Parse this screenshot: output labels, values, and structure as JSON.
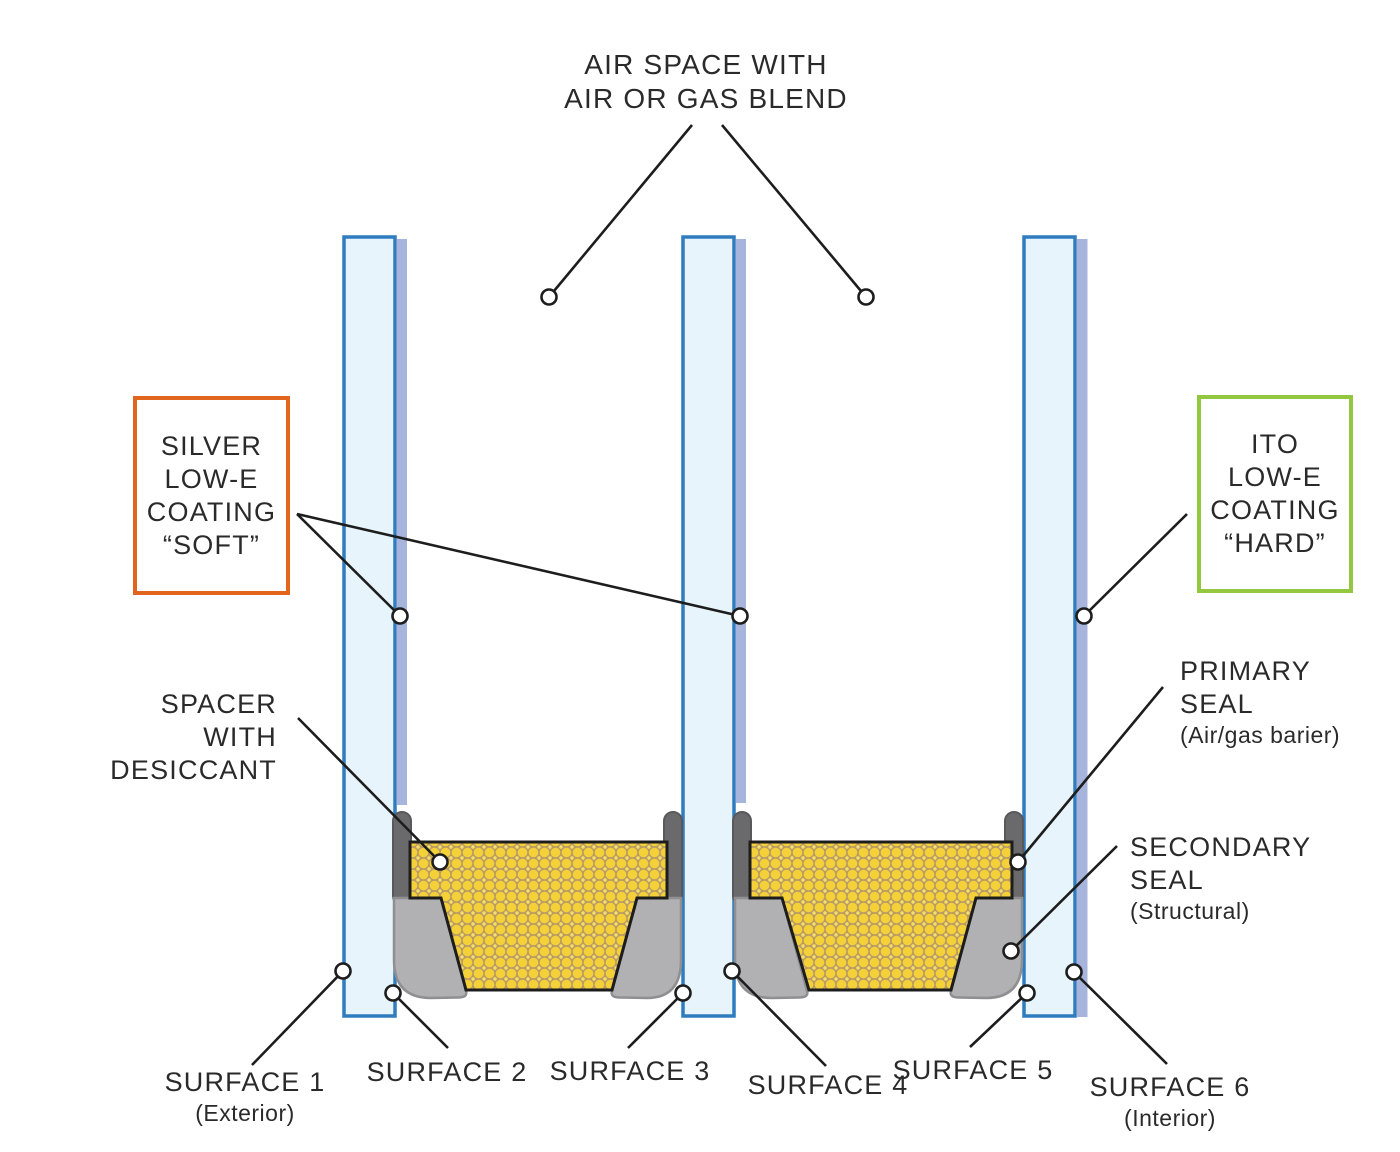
{
  "labels": {
    "air_space": {
      "line1": "AIR SPACE WITH",
      "line2": "AIR OR GAS BLEND"
    },
    "silver_coating": {
      "lines": [
        "SILVER",
        "LOW-E",
        "COATING",
        "“SOFT”"
      ]
    },
    "ito_coating": {
      "lines": [
        "ITO",
        "LOW-E",
        "COATING",
        "“HARD”"
      ]
    },
    "spacer": {
      "line1": "SPACER",
      "line2": "WITH DESICCANT"
    },
    "primary_seal": {
      "line1": "PRIMARY",
      "line2": "SEAL",
      "line3": "(Air/gas barier)"
    },
    "secondary_seal": {
      "line1": "SECONDARY",
      "line2": "SEAL",
      "line3": "(Structural)"
    },
    "surfaces": [
      {
        "label": "SURFACE 1",
        "sub": "(Exterior)"
      },
      {
        "label": "SURFACE 2"
      },
      {
        "label": "SURFACE 3"
      },
      {
        "label": "SURFACE 4"
      },
      {
        "label": "SURFACE 5"
      },
      {
        "label": "SURFACE 6",
        "sub": "(Interior)"
      }
    ]
  },
  "colors": {
    "accent_orange": "#E2651D",
    "accent_green": "#92C73F",
    "glass_fill": "#E7F4FB",
    "glass_border": "#2F7CBE",
    "coating_strip": "#A7B4DC",
    "spacer_yellow": "#F4D139",
    "spacer_tan": "#BA9C62",
    "primary_seal_gray": "#6A6A6D",
    "primary_seal_stroke": "#59595C",
    "secondary_seal_gray": "#B1B1B3",
    "secondary_seal_stroke": "#8F8F91",
    "outline_black": "#1D1D1D",
    "text": "#2A2A2A"
  }
}
